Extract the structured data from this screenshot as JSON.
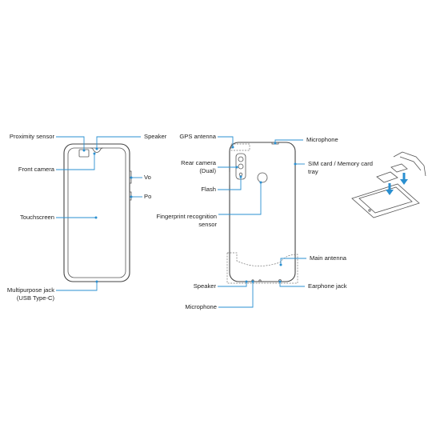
{
  "labels": {
    "proximity_sensor": "Proximity sensor",
    "speaker_top": "Speaker",
    "front_camera": "Front camera",
    "volume_key": "Vo",
    "power_key": "Po",
    "touchscreen": "Touchscreen",
    "multipurpose_jack_line1": "Multipurpose jack",
    "multipurpose_jack_line2": "(USB Type-C)",
    "gps_antenna": "GPS antenna",
    "microphone_top": "Microphone",
    "rear_camera_line1": "Rear camera",
    "rear_camera_line2": "(Dual)",
    "sim_tray_line1": "SIM card / Memory card",
    "sim_tray_line2": "tray",
    "flash": "Flash",
    "fingerprint_line1": "Fingerprint recognition",
    "fingerprint_line2": "sensor",
    "main_antenna": "Main antenna",
    "speaker_bottom": "Speaker",
    "earphone_jack": "Earphone jack",
    "microphone_bottom": "Microphone"
  },
  "colors": {
    "callout": "#2a8fd0",
    "outline": "#444444",
    "text": "#222222"
  }
}
